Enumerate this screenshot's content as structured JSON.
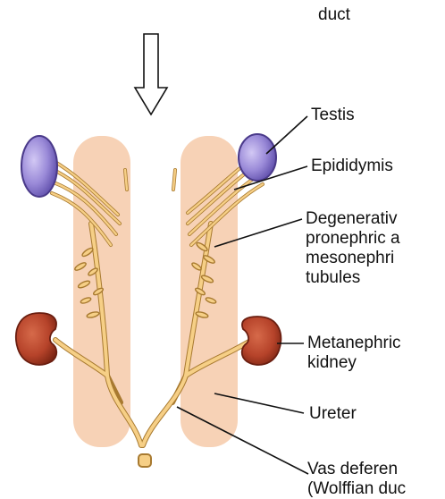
{
  "diagram": {
    "labels": {
      "top_cut": "duct",
      "testis": "Testis",
      "epididymis": "Epididymis",
      "degenerative": [
        "Degenerativ",
        "pronephric a",
        "mesonephri",
        "tubules"
      ],
      "metanephric": [
        "Metanephric",
        "kidney"
      ],
      "ureter": "Ureter",
      "vas_deferens": [
        "Vas deferen",
        "(Wolffian duc"
      ]
    },
    "colors": {
      "mesoderm": "#f7d2b6",
      "duct": "#f6cf86",
      "duct_stroke": "#a87a30",
      "gonad": "#9a8ad8",
      "gonad_stroke": "#4a3a8a",
      "kidney": "#b6432a",
      "kidney_stroke": "#6a1e10",
      "arrow": "#111111",
      "leader": "#111111"
    },
    "icons": [
      "down-arrow-icon"
    ]
  }
}
